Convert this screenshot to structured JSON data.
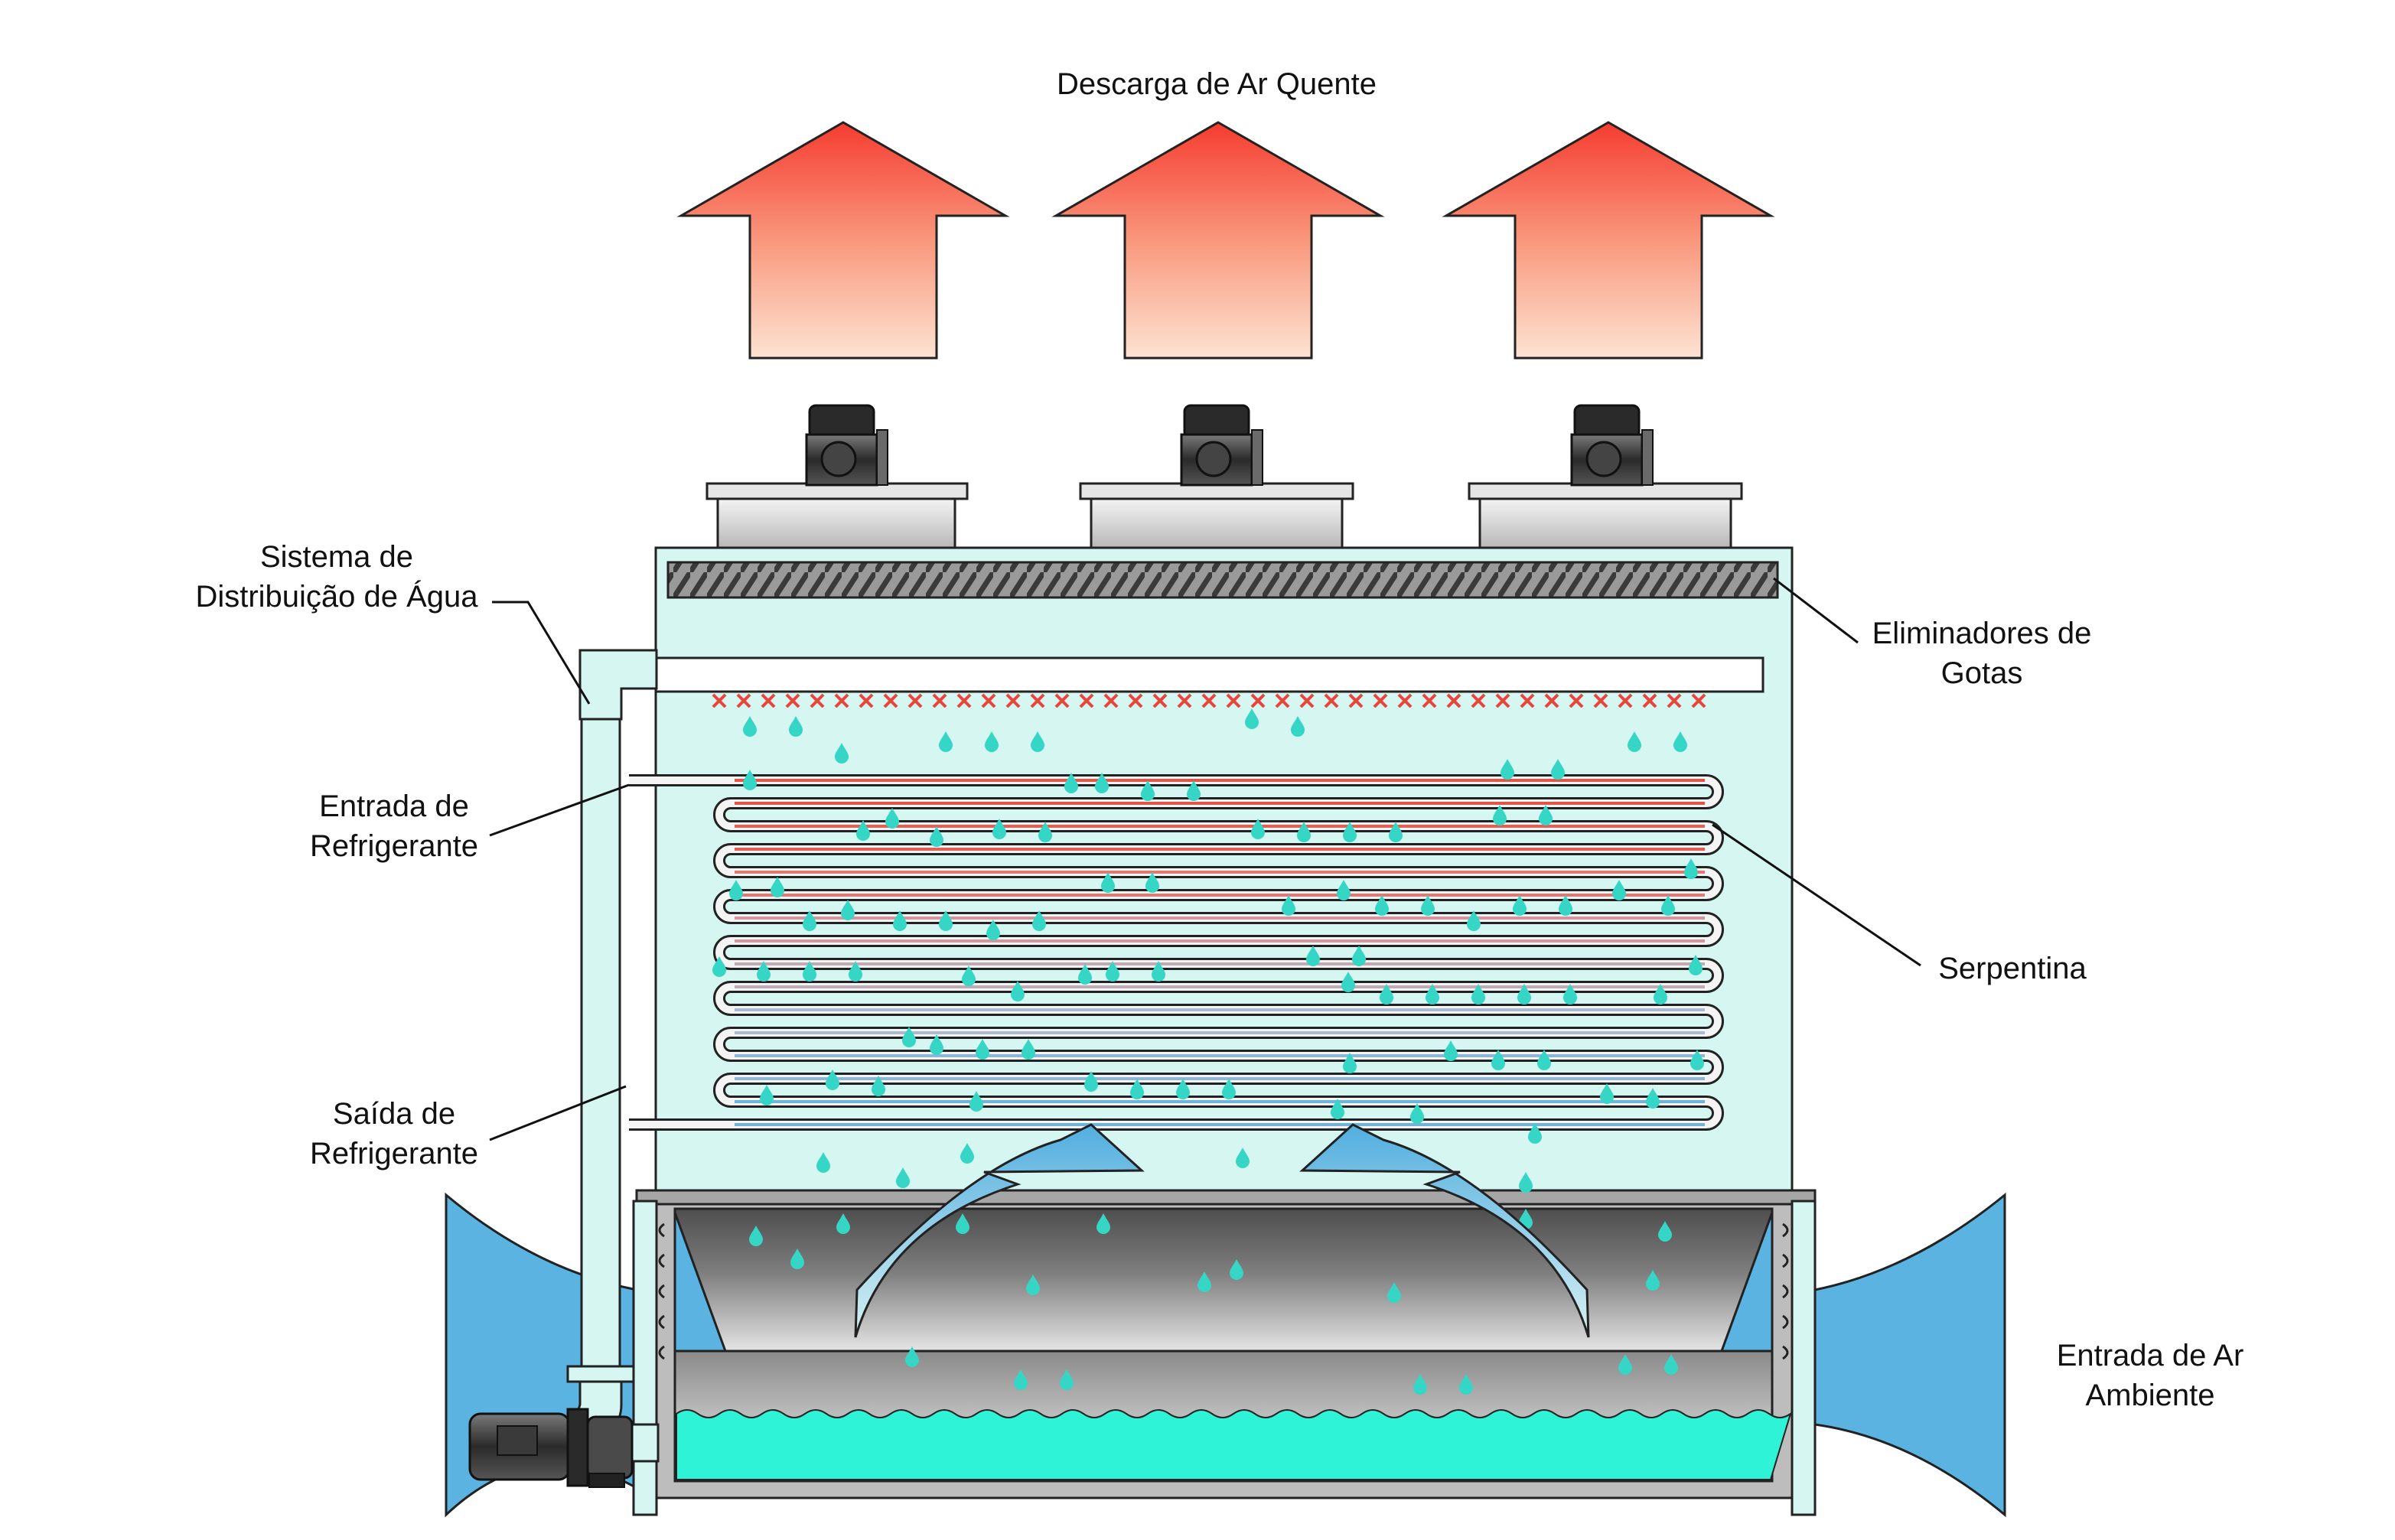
{
  "labels": {
    "hot_air_discharge": "Descarga de Ar Quente",
    "water_distribution_line1": "Sistema de",
    "water_distribution_line2": "Distribuição de Água",
    "drift_eliminators_line1": "Eliminadores de",
    "drift_eliminators_line2": "Gotas",
    "refrigerant_inlet_line1": "Entrada de",
    "refrigerant_inlet_line2": "Refrigerante",
    "coil": "Serpentina",
    "refrigerant_outlet_line1": "Saída de",
    "refrigerant_outlet_line2": "Refrigerante",
    "ambient_air_inlet_line1": "Entrada de Ar",
    "ambient_air_inlet_line2": "Ambiente"
  },
  "colors": {
    "casing": "#d6f6f1",
    "basin_water": "#2ff3d6",
    "intake_louver": "#5ab3e0",
    "water_drop": "#36d6c6",
    "hot_arrow_top": "#f53c30",
    "hot_arrow_bottom": "#fde3d2",
    "coil_hot": "#e03a2c",
    "coil_cold": "#5aa9d2",
    "nozzle": "#e8443a"
  },
  "icons": {
    "fan_motor": "fan-motor-icon",
    "pump": "pump-motor-icon"
  }
}
